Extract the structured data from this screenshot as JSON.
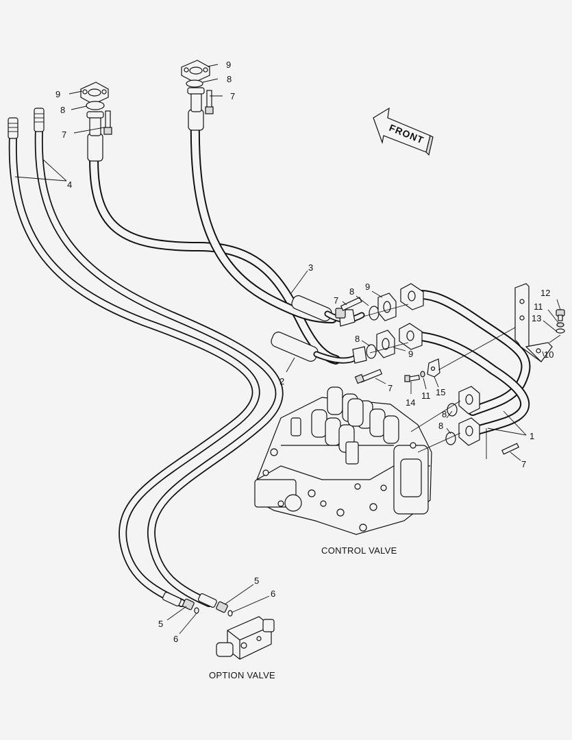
{
  "diagram": {
    "front_arrow_label": "FRONT",
    "captions": {
      "control_valve": "CONTROL VALVE",
      "option_valve": "OPTION VALVE"
    },
    "callouts": [
      {
        "id": "c-9-top-right",
        "text": "9"
      },
      {
        "id": "c-8-top-right",
        "text": "8"
      },
      {
        "id": "c-7-top-right",
        "text": "7"
      },
      {
        "id": "c-9-top-left",
        "text": "9"
      },
      {
        "id": "c-8-top-left",
        "text": "8"
      },
      {
        "id": "c-7-top-left",
        "text": "7"
      },
      {
        "id": "c-4",
        "text": "4"
      },
      {
        "id": "c-3",
        "text": "3"
      },
      {
        "id": "c-2",
        "text": "2"
      },
      {
        "id": "c-8-mid-upper",
        "text": "8"
      },
      {
        "id": "c-9-mid-upper",
        "text": "9"
      },
      {
        "id": "c-7-mid-upper",
        "text": "7"
      },
      {
        "id": "c-8-mid-lower",
        "text": "8"
      },
      {
        "id": "c-9-mid-lower",
        "text": "9"
      },
      {
        "id": "c-7-mid-lower",
        "text": "7"
      },
      {
        "id": "c-12",
        "text": "12"
      },
      {
        "id": "c-11-right",
        "text": "11"
      },
      {
        "id": "c-13",
        "text": "13"
      },
      {
        "id": "c-10",
        "text": "10"
      },
      {
        "id": "c-14",
        "text": "14"
      },
      {
        "id": "c-11-mid",
        "text": "11"
      },
      {
        "id": "c-15",
        "text": "15"
      },
      {
        "id": "c-8-right-upper",
        "text": "8"
      },
      {
        "id": "c-8-right-lower",
        "text": "8"
      },
      {
        "id": "c-1",
        "text": "1"
      },
      {
        "id": "c-7-right",
        "text": "7"
      },
      {
        "id": "c-5-upper",
        "text": "5"
      },
      {
        "id": "c-6-upper",
        "text": "6"
      },
      {
        "id": "c-5-lower",
        "text": "5"
      },
      {
        "id": "c-6-lower",
        "text": "6"
      }
    ]
  }
}
